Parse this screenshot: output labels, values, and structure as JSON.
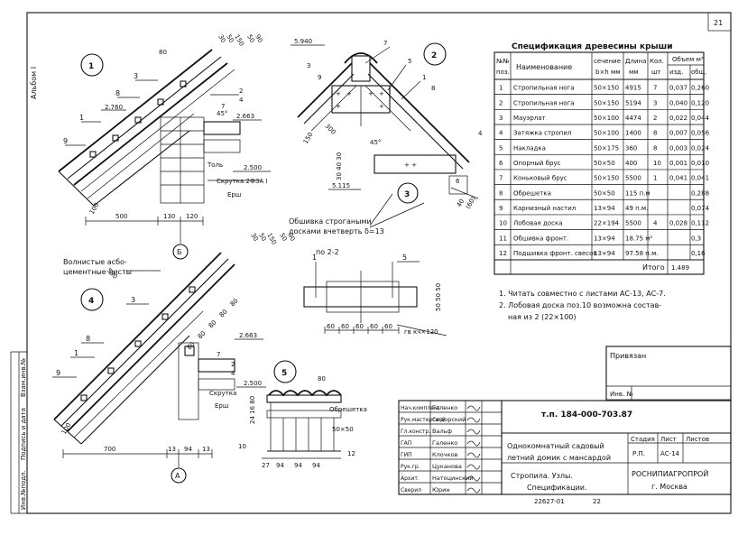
{
  "sheet": {
    "page_number": "21",
    "album": "Альбом I",
    "left_strip": [
      "Инв.№подл.",
      "Подпись и дата",
      "Взам.инв.№"
    ]
  },
  "spec": {
    "title": "Спецификация древесины крыши",
    "headers": {
      "num": "№№ поз.",
      "name": "Наименование",
      "section": "сечение b×h мм",
      "length": "Длина мм",
      "qty": "Кол. шт",
      "volume": "Объем м³",
      "vol_item": "изд.",
      "vol_total": "общий"
    },
    "rows": [
      {
        "pos": "1",
        "name": "Стропильная нога",
        "sec": "50×150",
        "len": "4915",
        "qty": "7",
        "v1": "0,037",
        "v2": "0,260"
      },
      {
        "pos": "2",
        "name": "Стропильная нога",
        "sec": "50×150",
        "len": "5194",
        "qty": "3",
        "v1": "0,040",
        "v2": "0,120"
      },
      {
        "pos": "3",
        "name": "Мауэрлат",
        "sec": "50×100",
        "len": "4474",
        "qty": "2",
        "v1": "0,022",
        "v2": "0,044"
      },
      {
        "pos": "4",
        "name": "Затяжка стропил",
        "sec": "50×100",
        "len": "1400",
        "qty": "8",
        "v1": "0,007",
        "v2": "0,056"
      },
      {
        "pos": "5",
        "name": "Накладка",
        "sec": "50×175",
        "len": "360",
        "qty": "8",
        "v1": "0,003",
        "v2": "0,024"
      },
      {
        "pos": "6",
        "name": "Опорный брус",
        "sec": "50×50",
        "len": "400",
        "qty": "10",
        "v1": "0,001",
        "v2": "0,010"
      },
      {
        "pos": "7",
        "name": "Коньковый брус",
        "sec": "50×150",
        "len": "5500",
        "qty": "1",
        "v1": "0,041",
        "v2": "0,041"
      },
      {
        "pos": "8",
        "name": "Обрешетка",
        "sec": "50×50",
        "len": "115 п.м",
        "qty": "",
        "v1": "",
        "v2": "0,288"
      },
      {
        "pos": "9",
        "name": "Карнизный настил",
        "sec": "13×94",
        "len": "49 п.м.",
        "qty": "",
        "v1": "",
        "v2": "0,074"
      },
      {
        "pos": "10",
        "name": "Лобовая доска",
        "sec": "22×194",
        "len": "5500",
        "qty": "4",
        "v1": "0,028",
        "v2": "0,112"
      },
      {
        "pos": "11",
        "name": "Обшивка фронт.",
        "sec": "13×94",
        "len": "18.75 м²",
        "qty": "",
        "v1": "",
        "v2": "0,3"
      },
      {
        "pos": "12",
        "name": "Подшивка фронт. свесов",
        "sec": "13×94",
        "len": "97.58 п.м.",
        "qty": "",
        "v1": "",
        "v2": "0,16"
      }
    ],
    "total_label": "Итого",
    "total_value": "1.489"
  },
  "notes": [
    "1. Читать совместно с листами АС-13, АС-7.",
    "2. Лобовая доска поз.10 возможна состав-",
    "ная из 2 (22×100)"
  ],
  "node_labels": {
    "n1": "1",
    "n2": "2",
    "n3": "3",
    "n4": "4",
    "n5": "5",
    "nB": "Б",
    "nA": "А",
    "section_22": "по 2-2",
    "asbest": [
      "Волнистые асбо-",
      "цементные листы"
    ],
    "obshivka": [
      "Обшивка строгаными",
      "досками вчетверть δ=13"
    ],
    "obreshetka": [
      "Обрешетка",
      "50×50"
    ],
    "skrutka": "Скрутка 2Ф3А I",
    "skrutka2": "Скрутка",
    "tol": "Толь",
    "ersh": "Ерш",
    "gv": "гв кч×120",
    "marks": [
      "2.760",
      "2.663",
      "2.500",
      "5.940",
      "5.115",
      "2.663",
      "2.500"
    ],
    "angle": "45°",
    "dims_bottom_b": [
      "500",
      "130",
      "120"
    ],
    "dims_bottom_a": [
      "700",
      "13",
      "94",
      "13"
    ],
    "dims_4": [
      "500",
      "80",
      "80",
      "80",
      "80",
      "80"
    ],
    "dims_22": [
      "60",
      "60",
      "60",
      "60",
      "60"
    ],
    "dims_5": [
      "27",
      "94",
      "94",
      "94"
    ],
    "dims_top_1": [
      "80",
      "30",
      "50",
      "150",
      "50",
      "90"
    ],
    "dims_4_top": [
      "30",
      "50",
      "150",
      "50",
      "90"
    ]
  },
  "stamp": {
    "privyazan": "Привязан",
    "inv": "Инв. №",
    "code": "т.п. 184-000-703.87",
    "roles": [
      {
        "role": "Нач.комплекс",
        "name": "Галенко"
      },
      {
        "role": "Рук.мастерской",
        "name": "Сидорский"
      },
      {
        "role": "Гл.констр.",
        "name": "Вальф"
      },
      {
        "role": "ГАП",
        "name": "Галенко"
      },
      {
        "role": "ГИП",
        "name": "Клочков"
      },
      {
        "role": "Рук.гр.",
        "name": "Цуканова"
      },
      {
        "role": "Архит.",
        "name": "Натоцинский"
      },
      {
        "role": "Сверил",
        "name": "Юрин"
      }
    ],
    "object": [
      "Однокомнатный садовый",
      "летний домик с мансардой"
    ],
    "stage_label": "Стадия",
    "sheet_label": "Лист",
    "sheets_label": "Листов",
    "stage": "Р.П.",
    "sheet": "АС-14",
    "sheets": "",
    "drawing_title": [
      "Стропила. Узлы.",
      "Спецификации."
    ],
    "org": [
      "РОСНИПИАГРОПРОЙ",
      "г. Москва"
    ],
    "footer_code": "22627-01",
    "footer_num": "22"
  }
}
